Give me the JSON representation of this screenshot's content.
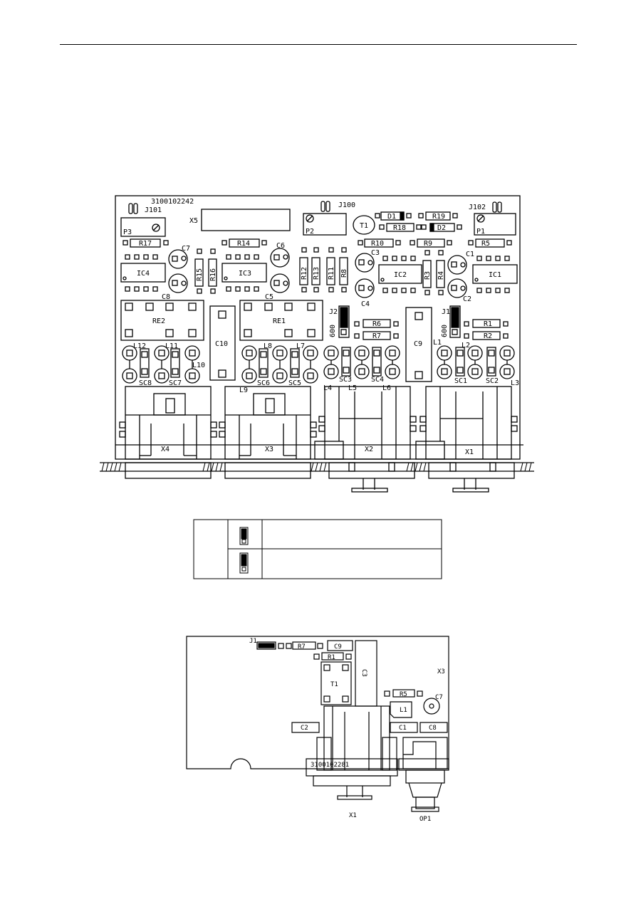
{
  "board1": {
    "part_number": "3100102242",
    "labels": {
      "J101": "J101",
      "J100": "J100",
      "J102": "J102",
      "X5": "X5",
      "P3": "P3",
      "P2": "P2",
      "P1": "P1",
      "T1": "T1",
      "D1": "D1",
      "D2": "D2",
      "R19": "R19",
      "R18": "R18",
      "R17": "R17",
      "R14": "R14",
      "R10": "R10",
      "R9": "R9",
      "R5": "R5",
      "C7": "C7",
      "C6": "C6",
      "C3": "C3",
      "C1": "C1",
      "C8": "C8",
      "C5": "C5",
      "C4": "C4",
      "C2": "C2",
      "IC4": "IC4",
      "IC3": "IC3",
      "IC2": "IC2",
      "IC1": "IC1",
      "R15": "R15",
      "R16": "R16",
      "R12": "R12",
      "R13": "R13",
      "R11": "R11",
      "R8": "R8",
      "R3": "R3",
      "R4": "R4",
      "RE2": "RE2",
      "RE1": "RE1",
      "C10": "C10",
      "C9": "C9",
      "J2": "J2",
      "J1": "J1",
      "J2val": "600",
      "J1val": "600",
      "R6": "R6",
      "R7": "R7",
      "R1": "R1",
      "R2": "R2",
      "L12": "L12",
      "L11": "L11",
      "L10": "L10",
      "L8": "L8",
      "L7": "L7",
      "L9": "L9",
      "L1": "L1",
      "L2": "L2",
      "L3": "L3",
      "L4": "L4",
      "L5": "L5",
      "L6": "L6",
      "SC8": "SC8",
      "SC7": "SC7",
      "SC6": "SC6",
      "SC5": "SC5",
      "SC3": "SC3",
      "SC4": "SC4",
      "SC1": "SC1",
      "SC2": "SC2",
      "X4": "X4",
      "X3": "X3",
      "X2": "X2",
      "X1": "X1"
    }
  },
  "legend": {
    "rows": [
      {
        "text": ""
      },
      {
        "text": ""
      }
    ]
  },
  "board2": {
    "part_number": "3100102281",
    "labels": {
      "J1": "J1",
      "R7": "R7",
      "C9": "C9",
      "R1": "R1",
      "C3": "C3",
      "X3": "X3",
      "T1": "T1",
      "R5": "R5",
      "C7": "C7",
      "L1": "L1",
      "C2": "C2",
      "C1": "C1",
      "C8": "C8",
      "X1": "X1",
      "OP1": "OP1"
    }
  }
}
